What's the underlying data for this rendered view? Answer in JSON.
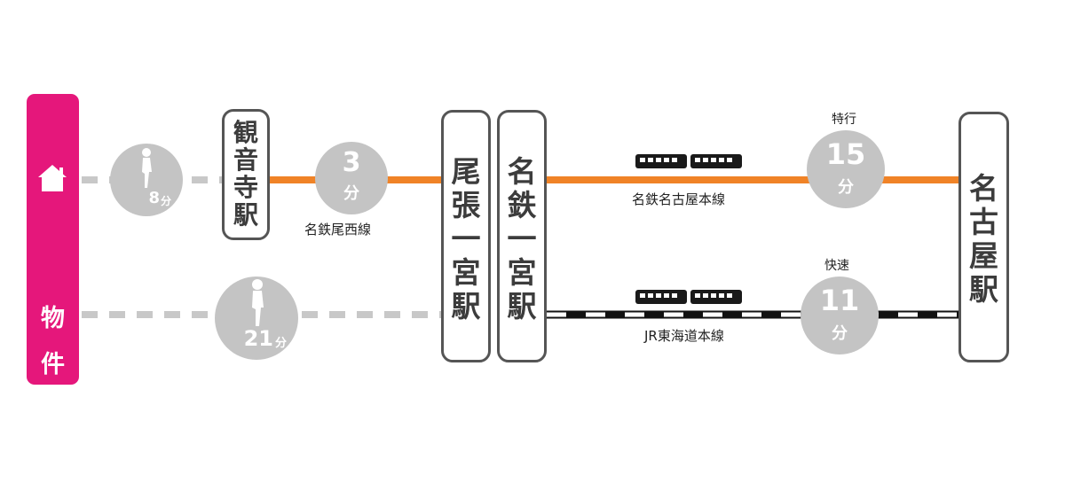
{
  "property": {
    "label_1": "物",
    "label_2": "件"
  },
  "stations": {
    "kannonji": [
      "観",
      "音",
      "寺",
      "駅"
    ],
    "owari_ichinomiya": [
      "尾",
      "張",
      "一",
      "宮",
      "駅"
    ],
    "meitetsu_ichinomiya": [
      "名",
      "鉄",
      "一",
      "宮",
      "駅"
    ],
    "nagoya": [
      "名",
      "古",
      "屋",
      "駅"
    ]
  },
  "walk_upper": {
    "minutes": "8",
    "unit": "分"
  },
  "walk_lower": {
    "minutes": "21",
    "unit": "分"
  },
  "ride_bisai": {
    "minutes": "3",
    "unit": "分",
    "line_name": "名鉄尾西線"
  },
  "ride_meitetsu": {
    "minutes": "15",
    "unit": "分",
    "line_name": "名鉄名古屋本線",
    "service": "特行"
  },
  "ride_jr": {
    "minutes": "11",
    "unit": "分",
    "line_name": "JR東海道本線",
    "service": "快速"
  },
  "colors": {
    "property": "#e5177b",
    "meitetsu_line": "#f08327",
    "walk_path": "#c8c8c8",
    "circle": "#c4c4c4",
    "jr_line": "#111111"
  },
  "icons": [
    "house-icon",
    "walking-person-icon",
    "train-icon"
  ]
}
